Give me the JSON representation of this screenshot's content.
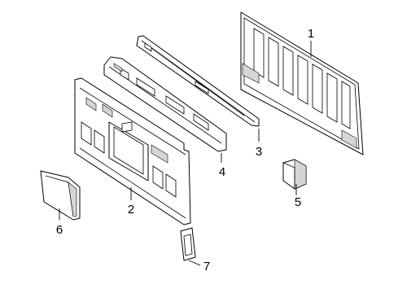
{
  "callouts": [
    {
      "id": "1",
      "label": "1"
    },
    {
      "id": "2",
      "label": "2"
    },
    {
      "id": "3",
      "label": "3"
    },
    {
      "id": "4",
      "label": "4"
    },
    {
      "id": "5",
      "label": "5"
    },
    {
      "id": "6",
      "label": "6"
    },
    {
      "id": "7",
      "label": "7"
    }
  ],
  "colors": {
    "line": "#000000",
    "background": "#ffffff",
    "shading": "#d6d6d6"
  }
}
